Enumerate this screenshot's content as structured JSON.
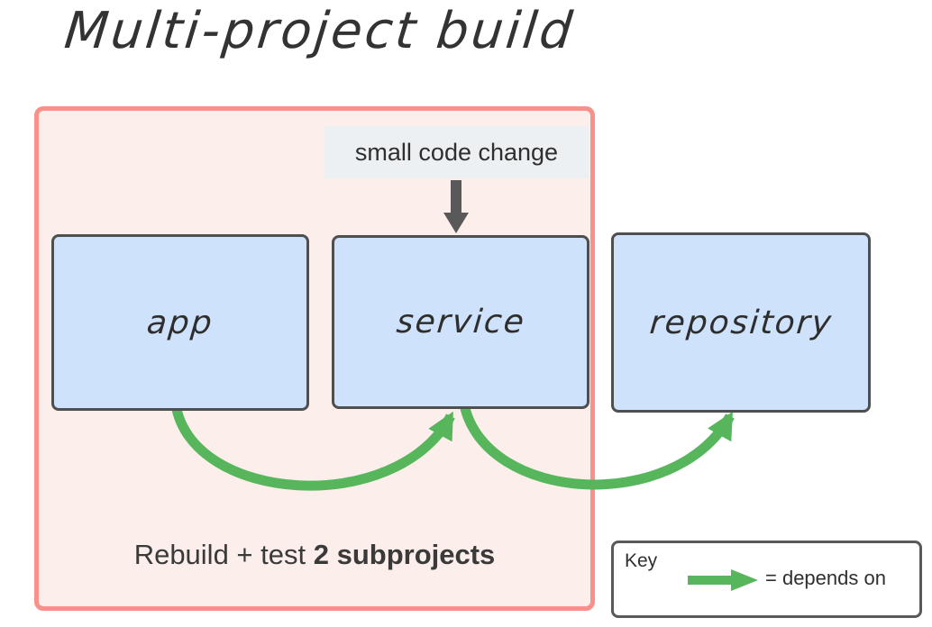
{
  "title": "Multi-project build",
  "annotation": {
    "label": "small code change",
    "target": "service"
  },
  "nodes": [
    {
      "id": "app",
      "label": "app"
    },
    {
      "id": "service",
      "label": "service"
    },
    {
      "id": "repository",
      "label": "repository"
    }
  ],
  "edges": [
    {
      "from": "app",
      "to": "service",
      "type": "depends on"
    },
    {
      "from": "service",
      "to": "repository",
      "type": "depends on"
    }
  ],
  "caption": {
    "regular": "Rebuild + test ",
    "bold": "2 subprojects"
  },
  "key": {
    "title": "Key",
    "arrow_meaning": "= depends on"
  },
  "colors": {
    "arrow_green": "#57b65c",
    "dark_arrow": "#595959",
    "container_fill": "#fceeeb",
    "container_border": "#f7918a",
    "node_fill": "#cfe2fb",
    "node_border": "#4f4f4f",
    "annotation_bg": "#edf0f2",
    "text": "#333333"
  }
}
